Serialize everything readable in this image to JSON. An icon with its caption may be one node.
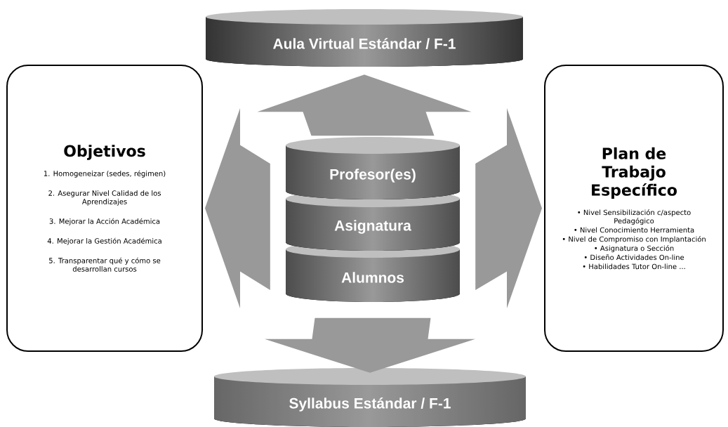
{
  "diagram": {
    "nodes": [
      {
        "text": [
          "Aula Virtual Estándar / F-1"
        ]
      },
      {
        "text": [
          "Objetivos",
          "1.  Homogeneizar (sedes, régimen)",
          "2. Asegurar Nivel Calidad de los Aprendizajes",
          "3. Mejorar la Acción Académica",
          "4. Mejorar la Gestión Académica",
          "5. Transparentar qué y cómo se desarrollan cursos"
        ]
      },
      {
        "text": [
          "Profesor(es)"
        ]
      },
      {
        "text": [
          "Asignatura"
        ]
      },
      {
        "text": [
          "Alumnos"
        ]
      },
      {
        "text": [
          "Plan de Trabajo Específico",
          "• Nivel Sensibilización c/aspecto Pedagógico",
          "• Nivel Conocimiento Herramienta",
          "• Nivel de Compromiso con Implantación",
          "• Asignatura o Sección",
          "• Diseño Actividades On-line",
          "• Habilidades Tutor On-line ..."
        ]
      },
      {
        "text": [
          "Syllabus Estándar / F-1"
        ]
      }
    ],
    "edges": [
      {
        "from": 2,
        "to": 0,
        "arrow": "to"
      },
      {
        "from": 3,
        "to": 1,
        "arrow": "to"
      },
      {
        "from": 3,
        "to": 5,
        "arrow": "to"
      },
      {
        "from": 4,
        "to": 6,
        "arrow": "to"
      }
    ]
  }
}
